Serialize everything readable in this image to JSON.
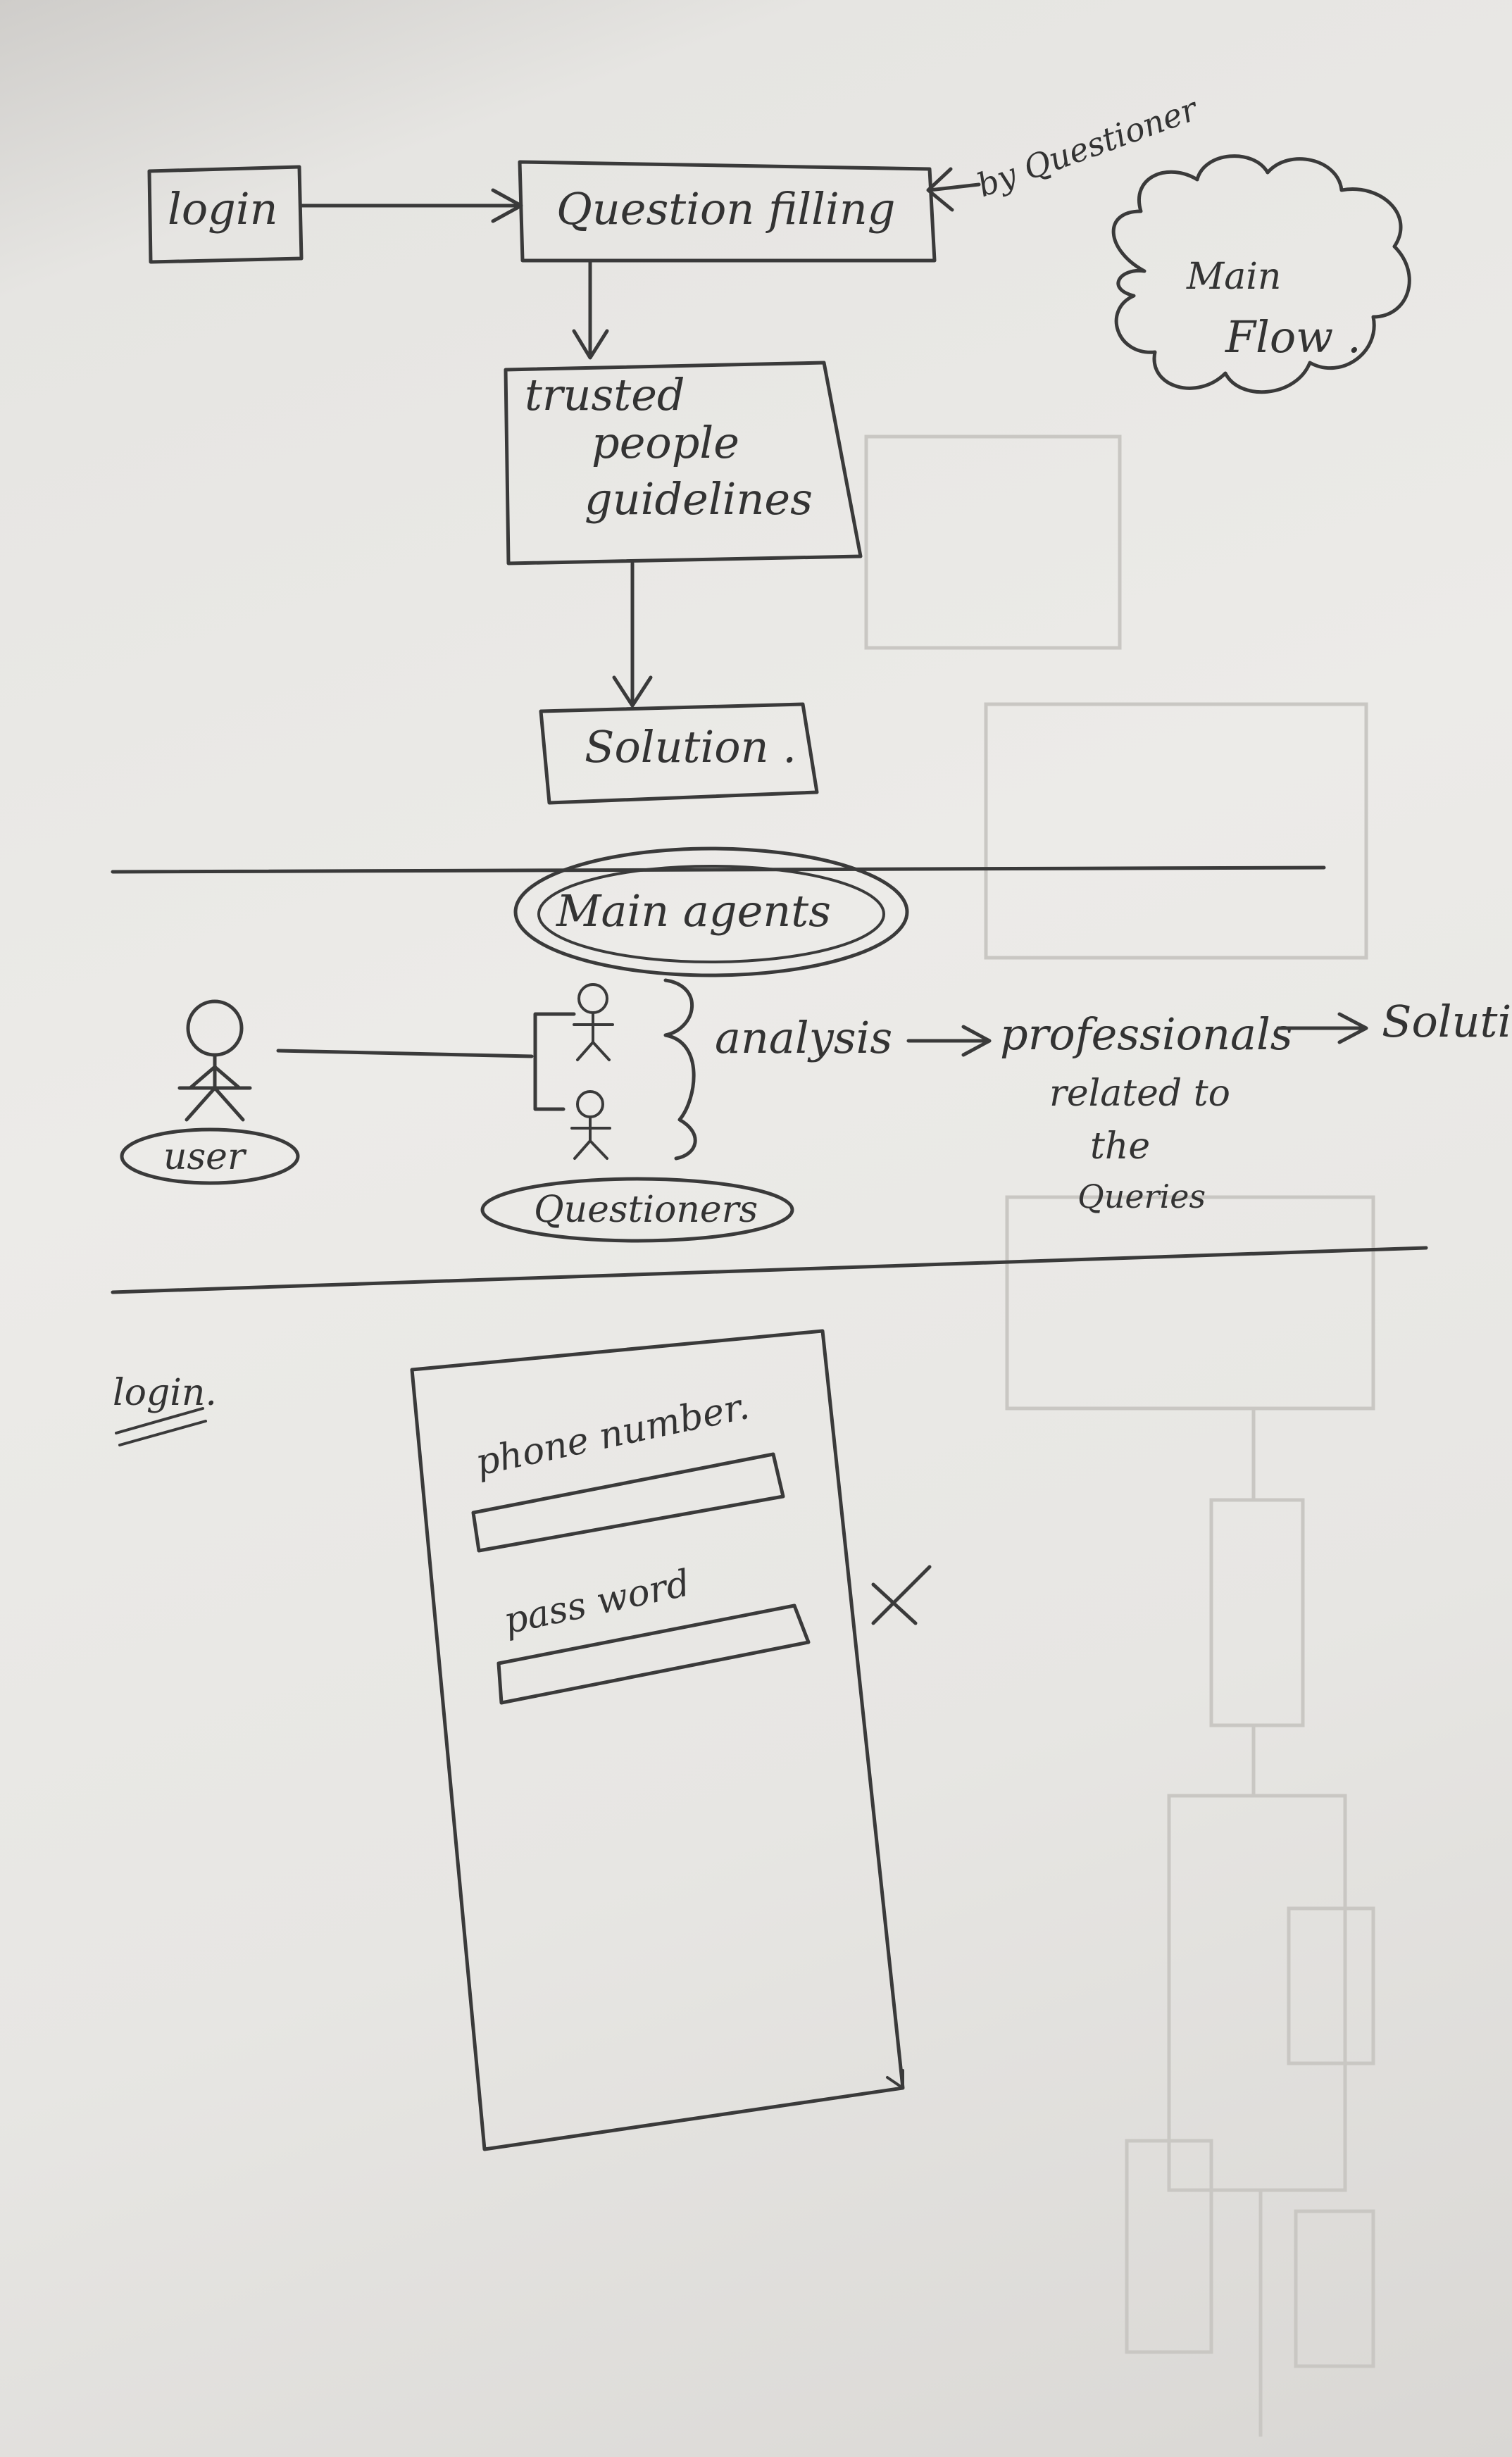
{
  "flow": {
    "login": "login",
    "question_filling": "Question filling",
    "by_questioner": "by Questioner",
    "main_flow_line1": "Main",
    "main_flow_line2": "Flow .",
    "trusted_line1": "trusted",
    "trusted_line2": "people",
    "trusted_line3": "guidelines",
    "solution": "Solution ."
  },
  "agents": {
    "title": "Main agents",
    "user": "user",
    "questioners": "Questioners",
    "analysis": "analysis",
    "professionals": "professionals",
    "related_line1": "related to",
    "related_line2": "the",
    "related_line3": "Queries",
    "solution": "Solution"
  },
  "login_screen": {
    "heading": "login.",
    "phone_label": "phone number.",
    "password_label": "pass word",
    "close_mark": "X"
  }
}
